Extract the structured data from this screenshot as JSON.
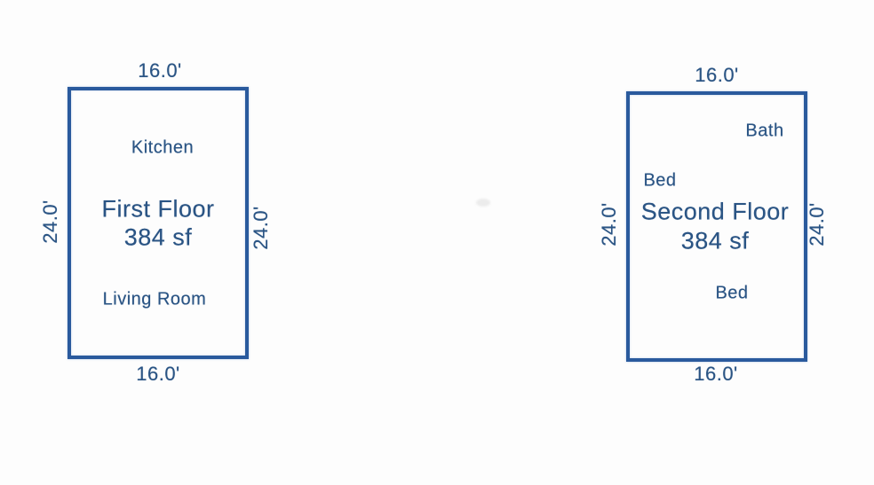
{
  "colors": {
    "ink": "#2a5484",
    "line": "#2a5a9d",
    "paper": "#fdfdfd"
  },
  "floors": [
    {
      "title": "First Floor",
      "area": "384 sf",
      "dim_top": "16.0'",
      "dim_bottom": "16.0'",
      "dim_left": "24.0'",
      "dim_right": "24.0'",
      "rooms": [
        {
          "label": "Kitchen"
        },
        {
          "label": "Living Room"
        }
      ]
    },
    {
      "title": "Second Floor",
      "area": "384 sf",
      "dim_top": "16.0'",
      "dim_bottom": "16.0'",
      "dim_left": "24.0'",
      "dim_right": "24.0'",
      "rooms": [
        {
          "label": "Bath"
        },
        {
          "label": "Bed"
        },
        {
          "label": "Bed"
        }
      ]
    }
  ]
}
